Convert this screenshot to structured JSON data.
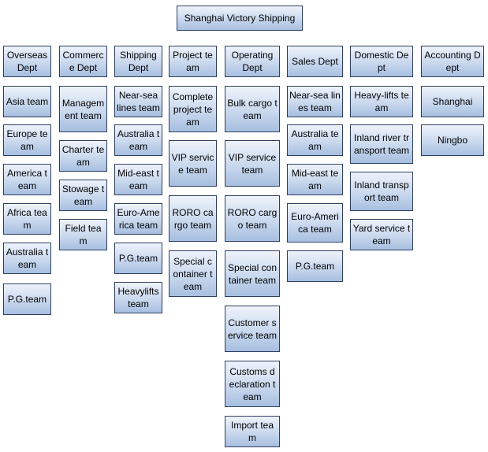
{
  "root": "Shanghai Victory Shipping",
  "departments": [
    {
      "name": "Overseas Dept",
      "teams": [
        "Asia team",
        "Europe team",
        "America team",
        "Africa team",
        "Australia team",
        "P.G.team"
      ]
    },
    {
      "name": "Commerce Dept",
      "teams": [
        "Management team",
        "Charter team",
        "Stowage team",
        "Field team"
      ]
    },
    {
      "name": "Shipping Dept",
      "teams": [
        "Near-sea lines team",
        "Australia team",
        "Mid-east team",
        "Euro-America team",
        "P.G.team",
        "Heavylifts team"
      ]
    },
    {
      "name": "Project team",
      "teams": [
        "Complete project team",
        "VIP service team",
        "RORO cargo team",
        "Special container team"
      ]
    },
    {
      "name": "Operating Dept",
      "teams": [
        "Bulk cargo team",
        "VIP service team",
        "RORO cargo team",
        "Special container team",
        "Customer service team",
        "Customs declaration team",
        "Import team"
      ]
    },
    {
      "name": "Sales Dept",
      "teams": [
        "Near-sea lines team",
        "Australia team",
        "Mid-east team",
        "Euro-America team",
        "P.G.team"
      ]
    },
    {
      "name": "Domestic Dept",
      "teams": [
        "Heavy-lifts team",
        "Inland river transport team",
        "Inland transport team",
        "Yard service team"
      ]
    },
    {
      "name": "Accounting Dept",
      "teams": [
        "Shanghai",
        "Ningbo"
      ]
    }
  ]
}
